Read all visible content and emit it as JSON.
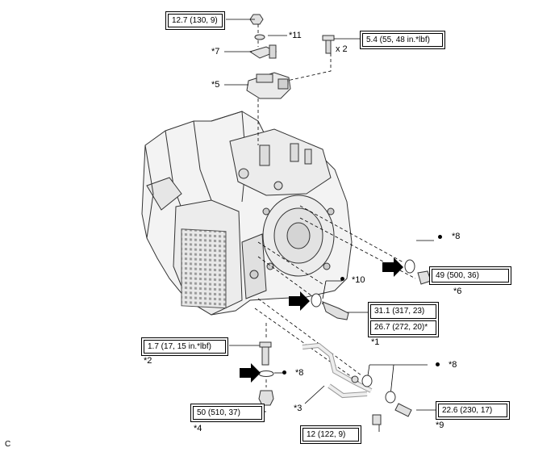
{
  "torque_specs": {
    "t1": "12.7 (130, 9)",
    "t2": "5.4 (55, 48 in.*lbf)",
    "t3": "49 (500, 36)",
    "t4a": "31.1 (317, 23)",
    "t4b": "26.7 (272, 20)*",
    "t5": "1.7 (17, 15 in.*lbf)",
    "t6": "50 (510, 37)",
    "t7": "22.6 (230, 17)",
    "t8": "12 (122, 9)"
  },
  "callouts": {
    "c1": "*1",
    "c2": "*2",
    "c3": "*3",
    "c4": "*4",
    "c5": "*5",
    "c6": "*6",
    "c7": "*7",
    "c8a": "*8",
    "c8b": "*8",
    "c8c": "*8",
    "c9": "*9",
    "c10": "*10",
    "c11": "*11"
  },
  "qty": "x 2",
  "corner_letter": "C",
  "colors": {
    "line": "#000000",
    "part_fill": "#f2f2f2",
    "part_stroke": "#333333"
  }
}
